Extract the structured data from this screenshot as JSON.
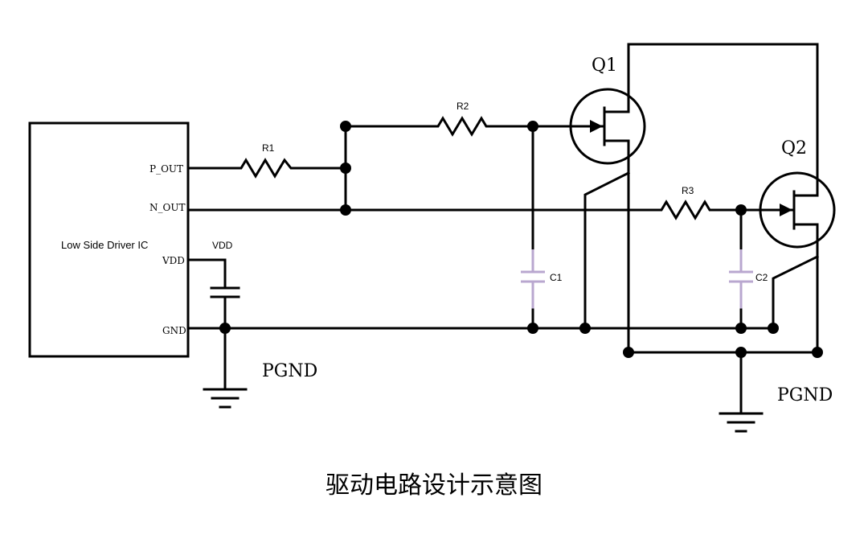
{
  "ic": {
    "name": "Low Side Driver IC",
    "pins": {
      "p_out": "P_OUT",
      "n_out": "N_OUT",
      "vdd": "VDD",
      "gnd": "GND"
    }
  },
  "components": {
    "r1": "R1",
    "r2": "R2",
    "r3": "R3",
    "c1": "C1",
    "c2": "C2",
    "q1": "Q1",
    "q2": "Q2",
    "vdd": "VDD"
  },
  "grounds": {
    "left": "PGND",
    "right": "PGND"
  },
  "caption": "驱动电路设计示意图",
  "colors": {
    "wire": "#000000",
    "capacitor": "#b9a7cf",
    "background": "#ffffff"
  }
}
